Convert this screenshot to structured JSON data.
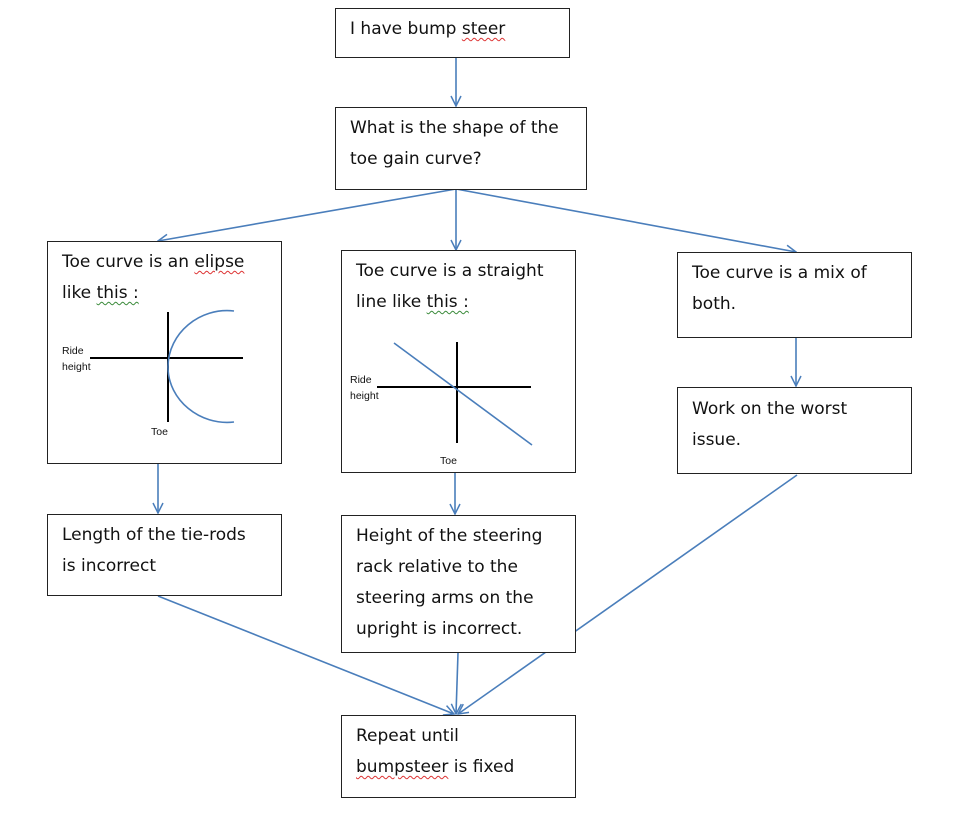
{
  "boxes": {
    "start": {
      "line1_a": "I have bump ",
      "line1_b": "steer"
    },
    "question": {
      "line1": "What is the shape of the",
      "line2": "toe gain curve?"
    },
    "ellipse": {
      "line1_a": "Toe curve is an ",
      "line1_b": "elipse",
      "line2_a": "like ",
      "line2_b": "this :"
    },
    "straight": {
      "line1": "Toe curve is a straight",
      "line2_a": "line like ",
      "line2_b": "this :"
    },
    "mix": {
      "line1": "Toe curve is a mix of",
      "line2": "both."
    },
    "worst": {
      "line1": "Work on the worst",
      "line2": "issue."
    },
    "tierods": {
      "line1": "Length of the tie-rods",
      "line2": "is incorrect"
    },
    "rack": {
      "line1": "Height of the steering",
      "line2": "rack relative to the",
      "line3": "steering arms on the",
      "line4": "upright is incorrect."
    },
    "repeat": {
      "line1": "Repeat until",
      "line2_a": "bumpsteer",
      "line2_b": " is fixed"
    }
  },
  "sketches": {
    "ellipse": {
      "ylabel_1": "Ride",
      "ylabel_2": "height",
      "xlabel": "Toe"
    },
    "straight": {
      "ylabel_1": "Ride",
      "ylabel_2": "height",
      "xlabel": "Toe"
    }
  },
  "colors": {
    "arrow": "#4a7ebb",
    "border": "#222222",
    "text": "#111111",
    "spellcheck": "#d33333",
    "grammarcheck": "#3a8a3a"
  }
}
